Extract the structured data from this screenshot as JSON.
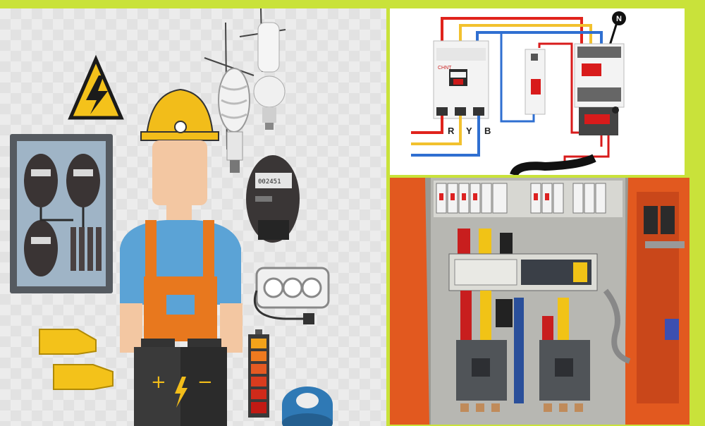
{
  "image": {
    "left_panel": {
      "description_icons": [
        "warning-icon",
        "meter-panel",
        "electrician",
        "light-bulb-icon",
        "cfl-bulb-icon",
        "energy-meter-icon",
        "extension-socket-icon",
        "gloves-icon",
        "battery-icon",
        "battery-level-icon",
        "insulation-tape-icon"
      ],
      "meter_reading": "002451"
    },
    "wiring_diagram": {
      "neutral_label": "N",
      "phase_labels": [
        "R",
        "Y",
        "B"
      ],
      "brand_label": "CHNT",
      "wire_colors": {
        "red": "#e0231c",
        "yellow": "#f2c12e",
        "blue": "#2f6fd1",
        "black": "#111111"
      }
    },
    "photo": {
      "subject": "electrical-distribution-cabinet"
    }
  }
}
